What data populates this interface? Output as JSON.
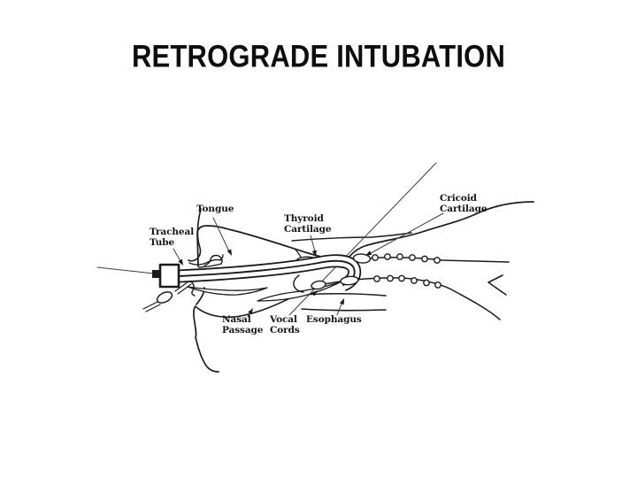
{
  "slide": {
    "title": "RETROGRADE INTUBATION",
    "background_color": "#ffffff",
    "ink_color": "#1b1b1b"
  },
  "diagram": {
    "labels": {
      "tracheal_tube": {
        "line1": "Tracheal",
        "line2": "Tube"
      },
      "tongue": {
        "line1": "Tongue"
      },
      "thyroid_cartilage": {
        "line1": "Thyroid",
        "line2": "Cartilage"
      },
      "cricoid_cartilage": {
        "line1": "Cricoid",
        "line2": "Cartilage"
      },
      "nasal_passage": {
        "line1": "Nasal",
        "line2": "Passage"
      },
      "vocal_cords": {
        "line1": "Vocal",
        "line2": "Cords"
      },
      "esophagus": {
        "line1": "Esophagus"
      }
    }
  }
}
